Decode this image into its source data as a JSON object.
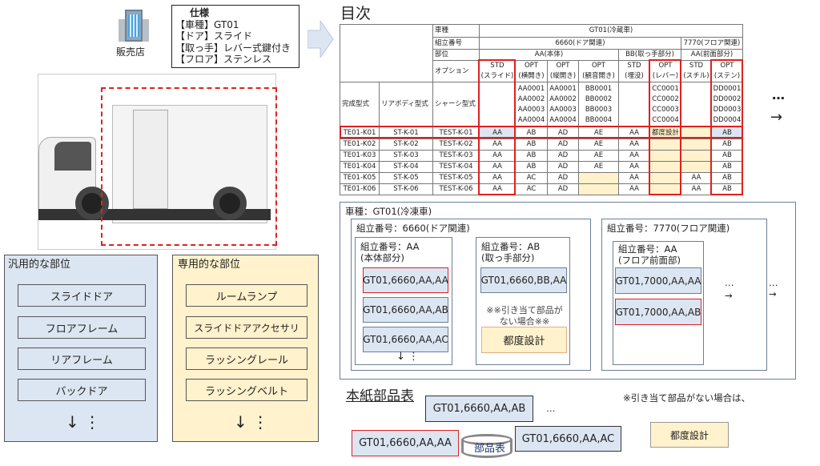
{
  "dealer": {
    "icon": "building-icon",
    "label": "販売店"
  },
  "spec": {
    "title": "仕様",
    "lines": [
      "【車種】GT01",
      "【ドア】スライド",
      "【取っ手】レバー式鍵付き",
      "【フロア】ステンレス"
    ]
  },
  "toc_title": "目次",
  "table": {
    "row_labels": {
      "vehicle": "車種",
      "assembly": "組立番号",
      "part": "部位",
      "option": "オプション"
    },
    "vehicle": "GT01(冷蔵車)",
    "assemblies": [
      "6660(ドア関連)",
      "7770(フロア関連)"
    ],
    "parts": [
      "AA(本体)",
      "BB(取っ手部分)",
      "AA(前面部分)"
    ],
    "options": [
      [
        "STD",
        "(スライド)"
      ],
      [
        "OPT",
        "(横開き)"
      ],
      [
        "OPT",
        "(縦開き)"
      ],
      [
        "OPT",
        "(観音開き)"
      ],
      [
        "STD",
        "(埋没)"
      ],
      [
        "OPT",
        "(レバー)"
      ],
      [
        "STD",
        "(スチル)"
      ],
      [
        "OPT",
        "(ステン)"
      ]
    ],
    "col_headers": [
      "完成型式",
      "リアボディ型式",
      "シャーシ型式"
    ],
    "part_codes": [
      [],
      [
        "AA0001",
        "AA0002",
        "AA0003",
        "AA0004"
      ],
      [
        "AA0001",
        "AA0002",
        "AA0003",
        "AA0004"
      ],
      [
        "BB0001",
        "BB0002",
        "BB0003",
        "BB0004"
      ],
      [],
      [
        "CC0001",
        "CC0002",
        "CC0003",
        "CC0004"
      ],
      [],
      [
        "DD0001",
        "DD0002",
        "DD0003",
        "DD0004"
      ]
    ],
    "rows": [
      [
        "TE01-K01",
        "ST-K-01",
        "TEST-K-01",
        "AA",
        "AB",
        "AD",
        "AE",
        "AA",
        "都度設計",
        "",
        "AB"
      ],
      [
        "TE01-K02",
        "ST-K-02",
        "TEST-K-02",
        "AA",
        "AB",
        "AD",
        "AE",
        "AA",
        "",
        "",
        "AB"
      ],
      [
        "TE01-K03",
        "ST-K-03",
        "TEST-K-03",
        "AA",
        "AB",
        "AD",
        "AE",
        "AA",
        "",
        "",
        "AB"
      ],
      [
        "TE01-K04",
        "ST-K-04",
        "TEST-K-04",
        "AA",
        "AB",
        "AD",
        "AE",
        "AA",
        "",
        "",
        "AB"
      ],
      [
        "TE01-K05",
        "ST-K-05",
        "TEST-K-05",
        "AA",
        "AC",
        "AD",
        "",
        "AA",
        "",
        "AA",
        "AB"
      ],
      [
        "TE01-K06",
        "ST-K-06",
        "TEST-K-06",
        "AA",
        "AC",
        "AD",
        "",
        "AA",
        "",
        "AA",
        "AB"
      ]
    ],
    "more": "…",
    "more_arrow": "→"
  },
  "general": {
    "title": "汎用的な部位",
    "items": [
      "スライドドア",
      "フロアフレーム",
      "リアフレーム",
      "バックドア"
    ],
    "more": "↓ ⋮"
  },
  "specific": {
    "title": "専用的な部位",
    "items": [
      "ルームランプ",
      "スライドドアアクセサリ",
      "ラッシングレール",
      "ラッシングベルト"
    ],
    "more": "↓ ⋮"
  },
  "tree": {
    "title": "車種：GT01(冷凍車)",
    "g1": {
      "title": "組立番号：6660(ドア関連)",
      "a": {
        "title": "組立番号：AA",
        "sub": "(本体部分)",
        "parts": [
          "GT01,6660,AA,AA",
          "GT01,6660,AA,AB",
          "GT01,6660,AA,AC"
        ],
        "more": "↓ ⋮"
      },
      "b": {
        "title": "組立番号：AB",
        "sub": "(取っ手部分)",
        "parts": [
          "GT01,6660,BB,AA"
        ],
        "note": "※※引き当て部品がない場合※※",
        "custom": "都度設計"
      }
    },
    "g2": {
      "title": "組立番号：7770(フロア関連)",
      "a": {
        "title": "組立番号：AA",
        "sub": "(フロア前面部)",
        "parts": [
          "GT01,7000,AA,AA",
          "GT01,7000,AA,AB"
        ]
      },
      "more": "…",
      "arrow": "→"
    },
    "more": "…",
    "arrow": "→"
  },
  "bom": {
    "title": "本紙部品表",
    "parts": [
      "GT01,6660,AA,AB",
      "GT01,6660,AA,AA",
      "GT01,6660,AA,AC"
    ],
    "more": "…",
    "db": "部品表",
    "note": "※引き当て部品がない場合は、",
    "custom": "都度設計"
  },
  "colors": {
    "red": "#e02020",
    "blue": "#dce6f2",
    "yellow": "#fff2cc",
    "frame": "#6a7f99"
  }
}
